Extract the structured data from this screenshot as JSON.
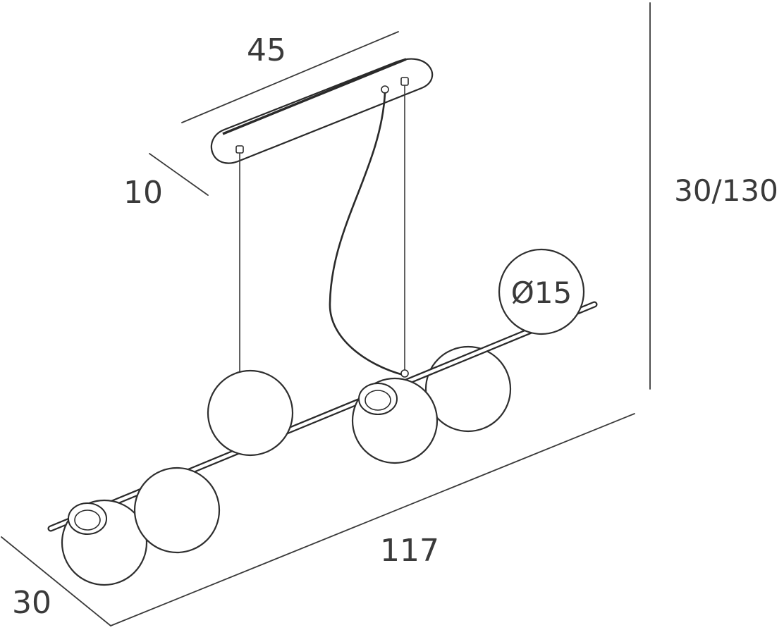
{
  "diagram": {
    "labels": {
      "width": "45",
      "depth_canopy": "10",
      "height": "30/130",
      "sphere_diameter": "Ø15",
      "length": "117",
      "depth_total": "30"
    },
    "colors": {
      "line": "#3a3a3a",
      "background": "#ffffff"
    }
  }
}
